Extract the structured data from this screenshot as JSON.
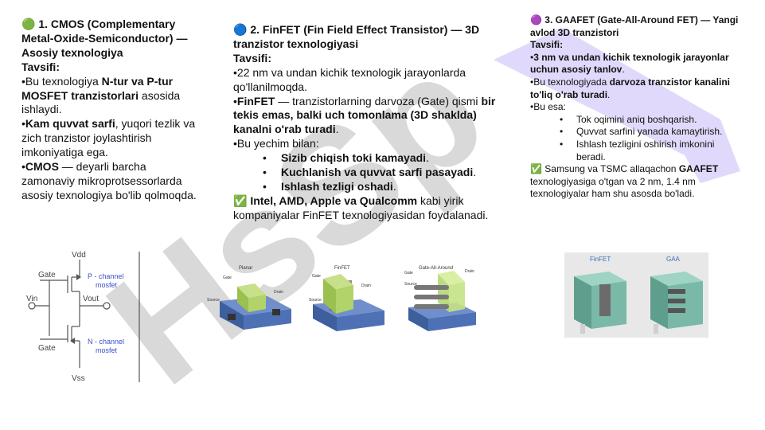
{
  "watermark": {
    "text": "HsSp"
  },
  "cmos": {
    "heading": "🟢 1. CMOS (Complementary Metal-Oxide-Semiconductor) — Asosiy texnologiya",
    "tavsif": "Tavsifi:",
    "b1_pre": "•Bu texnologiya ",
    "b1_bold": "N-tur va P-tur MOSFET tranzistorlari",
    "b1_post": " asosida ishlaydi.",
    "b2_pre": "•",
    "b2_bold": "Kam quvvat sarfi",
    "b2_post": ", yuqori tezlik va zich tranzistor joylashtirish imkoniyatiga ega.",
    "b3_pre": "•",
    "b3_bold": "CMOS",
    "b3_post": " — deyarli barcha zamonaviy mikroprotsessorlarda asosiy texnologiya bo'lib qolmoqda."
  },
  "finfet": {
    "heading": "🔵 2. FinFET (Fin Field Effect Transistor) — 3D tranzistor texnologiyasi",
    "tavsif": "Tavsifi:",
    "b1": "•22 nm va undan kichik texnologik jarayonlarda qo'llanilmoqda.",
    "b2_pre": "•",
    "b2_bold1": "FinFET",
    "b2_mid": " — tranzistorlarning darvoza (Gate) qismi ",
    "b2_bold2": "bir tekis emas, balki uch tomonlama (3D shaklda) kanalni o'rab turadi",
    "b2_post": ".",
    "b3": "•Bu yechim bilan:",
    "subs": [
      {
        "text": "Sizib chiqish toki kamayadi",
        "post": "."
      },
      {
        "text": "Kuchlanish va quvvat sarfi pasayadi",
        "post": "."
      },
      {
        "text": "Ishlash tezligi oshadi",
        "post": "."
      }
    ],
    "note_pre": "✅ ",
    "note_bold": "Intel, AMD, Apple va Qualcomm",
    "note_post": " kabi yirik kompaniyalar FinFET texnologiyasidan foydalanadi."
  },
  "gaafet": {
    "heading": "🟣 3. GAAFET (Gate-All-Around FET) — Yangi avlod 3D tranzistori",
    "tavsif": "Tavsifi:",
    "b1_pre": "•",
    "b1_bold": "3 nm va undan kichik texnologik jarayonlar uchun asosiy tanlov",
    "b1_post": ".",
    "b2_pre": "•Bu texnologiyada ",
    "b2_bold": "darvoza tranzistor kanalini to'liq o'rab turadi",
    "b2_post": ".",
    "b3": "•Bu esa:",
    "subs": [
      "Tok oqimini aniq boshqarish.",
      "Quvvat sarfini yanada kamaytirish.",
      "Ishlash tezligini oshirish imkonini beradi."
    ],
    "note_pre": "✅ Samsung va TSMC allaqachon ",
    "note_bold": "GAAFET",
    "note_post": " texnologiyasiga o'tgan va 2 nm, 1.4 nm texnologiyalar ham shu asosda bo'ladi."
  },
  "cmos_diagram": {
    "vdd": "Vdd",
    "vss": "Vss",
    "vin": "Vin",
    "vout": "Vout",
    "gate_top": "Gate",
    "gate_bottom": "Gate",
    "p_label1": "P - channel",
    "p_label2": "mosfet",
    "n_label1": "N - channel",
    "n_label2": "mosfet"
  },
  "transistor_figure": {
    "titles": [
      "Planar",
      "FinFET",
      "Gate-All-Around"
    ],
    "gate": "Gate",
    "drain": "Drain",
    "source": "Source"
  },
  "compare_figure": {
    "left": "FinFET",
    "right": "GAA"
  }
}
